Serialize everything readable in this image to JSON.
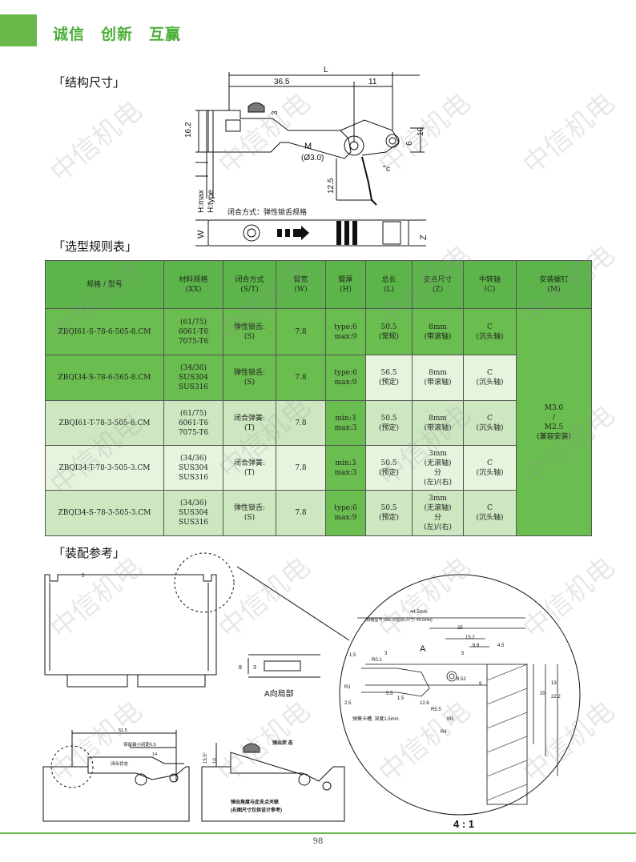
{
  "header": {
    "title": "诚信　创新　互赢"
  },
  "sections": {
    "structure": "「结构尺寸」",
    "selection": "「选型规则表」",
    "assembly": "「装配参考」"
  },
  "watermark": "中信机电",
  "drawing_top": {
    "dims": {
      "L": "L",
      "d365": "36.5",
      "d11": "11",
      "d3": "3",
      "d162": "16.2",
      "d10": "10",
      "d6": "6",
      "M": "M",
      "phi": "(Ø3.0)",
      "c": "c",
      "d125": "12.5",
      "hmax": "H:max",
      "htype": "H:type"
    },
    "closure_note": "闭合方式：弹性锁舌规格",
    "W": "W",
    "Z": "Z"
  },
  "table": {
    "headers": [
      {
        "main": "规格 / 型号",
        "sub": ""
      },
      {
        "main": "材料规格",
        "sub": "(XX)"
      },
      {
        "main": "闭合方式",
        "sub": "(S/T)"
      },
      {
        "main": "臂宽",
        "sub": "(W)"
      },
      {
        "main": "臂厚",
        "sub": "(H)"
      },
      {
        "main": "总长",
        "sub": "(L)"
      },
      {
        "main": "支点尺寸",
        "sub": "(Z)"
      },
      {
        "main": "中转轴",
        "sub": "(C)"
      },
      {
        "main": "安装螺钉",
        "sub": "(M)"
      }
    ],
    "rows": [
      {
        "model": "ZBQI61-S-78-6-505-8.CM",
        "material": [
          "(61/75)",
          "6061-T6",
          "7075-T6"
        ],
        "closure": [
          "弹性锁舌:",
          "(S)"
        ],
        "w": "7.8",
        "h": [
          "type:6",
          "max:9"
        ],
        "l": [
          "50.5",
          "(常规)"
        ],
        "z": [
          "8mm",
          "(带滚轴)"
        ],
        "c": [
          "C",
          "(沉头轴)"
        ]
      },
      {
        "model": "ZBQI34-S-78-6-565-8.CM",
        "material": [
          "(34/36)",
          "SUS304",
          "SUS316"
        ],
        "closure": [
          "弹性锁舌:",
          "(S)"
        ],
        "w": "7.8",
        "h": [
          "type:6",
          "max:9"
        ],
        "l": [
          "56.5",
          "(预定)"
        ],
        "z": [
          "8mm",
          "(带滚轴)"
        ],
        "c": [
          "C",
          "(沉头轴)"
        ]
      },
      {
        "model": "ZBQI61-T-78-3-505-8.CM",
        "material": [
          "(61/75)",
          "6061-T6",
          "7075-T6"
        ],
        "closure": [
          "闭合弹簧:",
          "(T)"
        ],
        "w": "7.8",
        "h": [
          "min:3",
          "max:3"
        ],
        "l": [
          "50.5",
          "(预定)"
        ],
        "z": [
          "8mm",
          "(带滚轴)"
        ],
        "c": [
          "C",
          "(沉头轴)"
        ]
      },
      {
        "model": "ZBQI34-T-78-3-505-3.CM",
        "material": [
          "(34/36)",
          "SUS304",
          "SUS316"
        ],
        "closure": [
          "闭合弹簧:",
          "(T)"
        ],
        "w": "7.8",
        "h": [
          "min:3",
          "max:3"
        ],
        "l": [
          "50.5",
          "(预定)"
        ],
        "z": [
          "3mm",
          "(无滚轴)",
          "分",
          "(左)/(右)"
        ],
        "c": [
          "C",
          "(沉头轴)"
        ]
      },
      {
        "model": "ZBQI34-S-78-3-505-3.CM",
        "material": [
          "(34/36)",
          "SUS304",
          "SUS316"
        ],
        "closure": [
          "弹性锁舌:",
          "(S)"
        ],
        "w": "7.8",
        "h": [
          "type:6",
          "max:9"
        ],
        "l": [
          "50.5",
          "(预定)"
        ],
        "z": [
          "3mm",
          "(无滚轴)",
          "分",
          "(左)/(右)"
        ],
        "c": [
          "C",
          "(沉头轴)"
        ]
      }
    ],
    "screw": [
      "M3.0",
      "/",
      "M2.5",
      "(兼容安装)"
    ]
  },
  "assembly": {
    "a_view": "A向局部",
    "d8": "8",
    "d3": "3",
    "d5": "5",
    "detail": {
      "d445": "44.5mm",
      "note_top": "(规格型号-585-对总长L尺寸: 49.5mm)",
      "d25": "25",
      "d152": "15.2",
      "d69": "6.9",
      "d45": "4.5",
      "d5": "5",
      "d15": "1.5",
      "r01": "R0.1",
      "d3": "3",
      "A": "A",
      "d852": "8.52",
      "d9": "9",
      "d13": "13",
      "d20": "20",
      "d222": "22.2",
      "r1": "R1",
      "d25b": "2.5",
      "d55": "5.5",
      "d15b": "1.5",
      "d126": "12.6",
      "r55": "R5.5",
      "m3": "M3",
      "r4": "R4",
      "groove": "弹簧卡槽, 深度1.5mm",
      "scale": "4 : 1"
    },
    "closed": {
      "d515": "51.5",
      "gap": "保留最小间距0.5",
      "d14": "14",
      "label": "闭合状态"
    },
    "open": {
      "angle": "15.5°",
      "d10": "10",
      "label": "弹出状\n态",
      "note1": "弹出角度与此支点关联",
      "note2": "(右图尺寸仅供设计参考)"
    }
  },
  "page_number": "98"
}
